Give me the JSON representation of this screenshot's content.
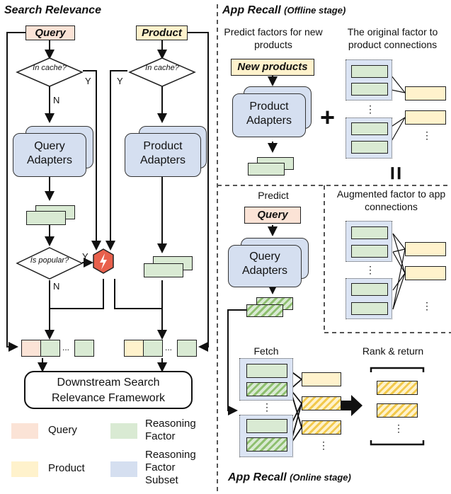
{
  "left": {
    "title": "Search Relevance",
    "query_label": "Query",
    "product_label": "Product",
    "in_cache_q": "In cache?",
    "in_cache_p": "In cache?",
    "yes": "Y",
    "no": "N",
    "query_adapters": "Query Adapters",
    "product_adapters": "Product Adapters",
    "is_popular": "Is popular?",
    "ellipsis": "...",
    "downstream": "Downstream Search Relevance Framework"
  },
  "legend": {
    "query": "Query",
    "product": "Product",
    "reasoning_factor": "Reasoning Factor",
    "reasoning_factor_subset": "Reasoning Factor Subset"
  },
  "offline": {
    "title": "App Recall",
    "stage": "(Offline stage)",
    "predict_text": "Predict factors for new products",
    "new_products": "New products",
    "product_adapters": "Product Adapters",
    "orig_text": "The original factor to product connections",
    "plus": "+",
    "equals": "=",
    "aug_text": "Augmented factor to app connections",
    "vdots": "⋮"
  },
  "online": {
    "predict": "Predict",
    "query": "Query",
    "query_adapters": "Query Adapters",
    "fetch": "Fetch",
    "rank_return": "Rank & return",
    "title": "App Recall",
    "stage": "(Online stage)",
    "vdots": "⋮"
  },
  "colors": {
    "query": "#fbe3d6",
    "product": "#fff2cc",
    "factor": "#d9ead3",
    "subset": "#d5dff0",
    "bolt": "#e8604c"
  }
}
